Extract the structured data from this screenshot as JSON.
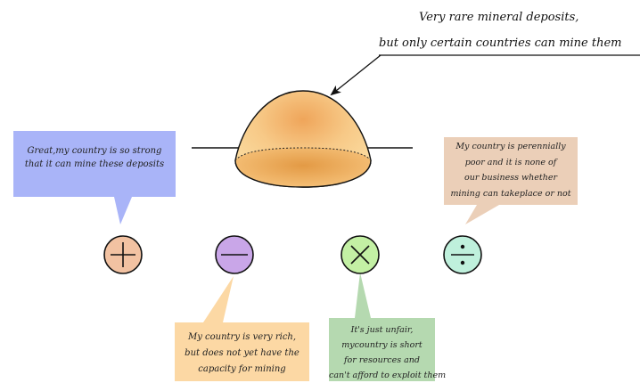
{
  "header": {
    "line1": "Very rare mineral deposits,",
    "line2": "but only certain countries can mine them"
  },
  "bubbles": {
    "plus": {
      "lines": [
        "Great,my country is so strong",
        "that it can mine these deposits"
      ],
      "color": "#a9b4f8"
    },
    "minus": {
      "lines": [
        "My country is very rich,",
        "but does not yet have the",
        "capacity for mining"
      ],
      "color": "#fcd8a4"
    },
    "times": {
      "lines": [
        "It's just unfair,",
        "mycountry is short",
        "for resources and",
        "can't afford to exploit them"
      ],
      "color": "#b5d9b0"
    },
    "divide": {
      "lines": [
        "My country is perennially",
        "poor and  it is none of",
        "our business whether",
        "mining can takeplace or not"
      ],
      "color": "#ebcfb8"
    }
  },
  "symbols": {
    "plus": {
      "icon": "plus-icon",
      "color": "#f2c2a2"
    },
    "minus": {
      "icon": "minus-icon",
      "color": "#c9a6e8"
    },
    "times": {
      "icon": "times-icon",
      "color": "#c3f0a4"
    },
    "divide": {
      "icon": "divide-icon",
      "color": "#bff0dc"
    }
  },
  "mound": {
    "color_light": "#fce2a8",
    "color_dark": "#eba24c"
  }
}
